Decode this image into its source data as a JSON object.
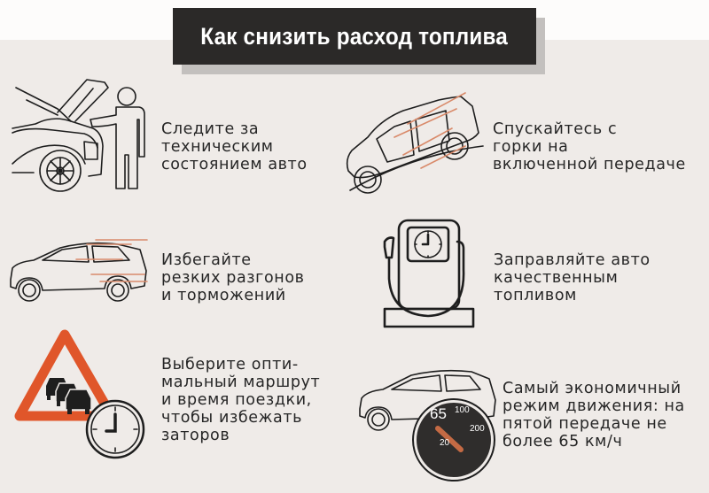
{
  "header": {
    "title": "Как снизить расход топлива"
  },
  "tips": [
    {
      "id": "maintenance",
      "icon": "car-hood-person-icon",
      "text": "Следите за\nтехническим\nсостоянием авто"
    },
    {
      "id": "downhill",
      "icon": "car-downhill-icon",
      "text": "Спускайтесь с\nгорки на\nвключенной передаче"
    },
    {
      "id": "smooth-driving",
      "icon": "car-speed-lines-icon",
      "text": "Избегайте\nрезких разгонов\nи торможений"
    },
    {
      "id": "quality-fuel",
      "icon": "fuel-pump-icon",
      "text": "Заправляйте авто\nкачественным\nтопливом"
    },
    {
      "id": "route",
      "icon": "traffic-jam-sign-clock-icon",
      "text": "Выберите опти-\nмальный маршрут\nи время поездки,\nчтобы избежать\nзаторов"
    },
    {
      "id": "economy-speed",
      "icon": "car-speedometer-icon",
      "text": "Самый экономичный\nрежим движения: на\nпятой передаче не\nболее 65 км/ч"
    }
  ],
  "speedometer": {
    "value": "65",
    "labels": [
      "100",
      "200",
      "20"
    ]
  },
  "colors": {
    "background": "#efebe8",
    "title_bg": "#2b2928",
    "title_shadow": "#c3c0be",
    "accent_orange": "#e0562a",
    "text": "#262626"
  }
}
